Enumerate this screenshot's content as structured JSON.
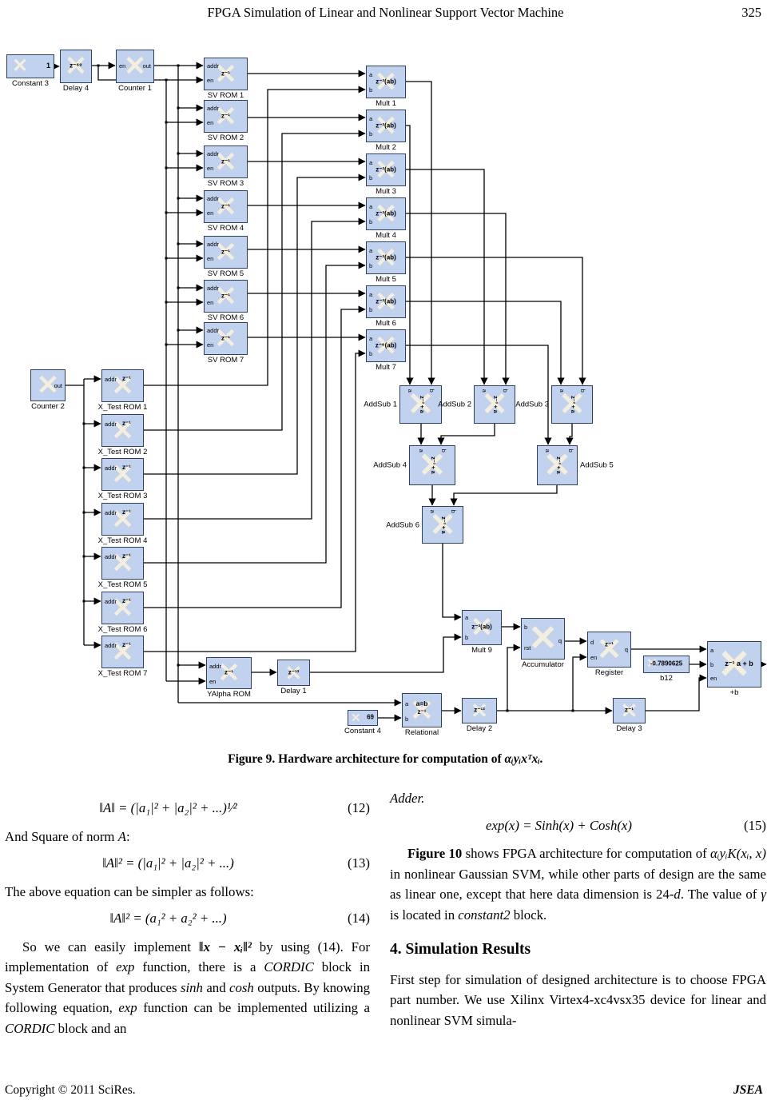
{
  "page": {
    "header_title": "FPGA Simulation of Linear and Nonlinear Support Vector Machine",
    "page_number": "325",
    "footer_left": "Copyright © 2011 SciRes.",
    "footer_right": "JSEA"
  },
  "figure": {
    "caption": [
      {
        "t": "Figure 9. Hardware architecture for computation of ",
        "b": true
      },
      {
        "t": "αᵢyᵢxᵀxᵢ.",
        "b": true,
        "i": true
      }
    ],
    "ports": {
      "addr": "addr",
      "en": "en",
      "out": "out",
      "a": "a",
      "b": "b",
      "d": "d",
      "q": "q",
      "rst": "rst"
    },
    "centers": {
      "c1": "1",
      "z69": "z⁻⁶⁹",
      "z1": "z⁻¹",
      "z13": "z⁻¹³",
      "z3ab": "z⁻³(ab)",
      "z6ab": "z⁻⁶(ab)",
      "addsub": "z⁻³ + a",
      "aeb": "a=b",
      "c69": "69",
      "b12": "-0.7890625",
      "plusb": "z⁻¹ a + b",
      "outmark": ">"
    },
    "labels": {
      "constant3": "Constant 3",
      "delay4": "Delay 4",
      "counter1": "Counter 1",
      "counter2": "Counter 2",
      "sv_rom": [
        "SV ROM 1",
        "SV ROM 2",
        "SV ROM 3",
        "SV ROM 4",
        "SV ROM 5",
        "SV ROM 6",
        "SV ROM 7"
      ],
      "mult": [
        "Mult 1",
        "Mult 2",
        "Mult 3",
        "Mult 4",
        "Mult 5",
        "Mult 6",
        "Mult 7"
      ],
      "xtest": [
        "X_Test ROM 1",
        "X_Test ROM 2",
        "X_Test ROM 3",
        "X_Test ROM 4",
        "X_Test ROM 5",
        "X_Test ROM 6",
        "X_Test ROM 7"
      ],
      "addsub": [
        "AddSub 1",
        "AddSub 2",
        "AddSub 3",
        "AddSub 4",
        "AddSub 5",
        "AddSub 6"
      ],
      "yalpha": "YAlpha ROM",
      "delay1": "Delay 1",
      "mult9": "Mult 9",
      "accumulator": "Accumulator",
      "register": "Register",
      "b12": "b12",
      "plusb": "+b",
      "constant4": "Constant 4",
      "relational": "Relational",
      "delay2": "Delay 2",
      "delay3": "Delay 3"
    }
  },
  "article": {
    "eq12": {
      "body": "‖A‖ = (|a₁|² + |a₂|² + ...)¹⁄²",
      "num": "(12)"
    },
    "p_norm": [
      {
        "t": "And Square of norm "
      },
      {
        "t": "A",
        "i": true
      },
      {
        "t": ":"
      }
    ],
    "eq13": {
      "body": "‖A‖² = (|a₁|² + |a₂|² + ...)",
      "num": "(13)"
    },
    "p_simpler": [
      {
        "t": "The above equation can be simpler as follows:"
      }
    ],
    "eq14": {
      "body": "‖A‖² = (a₁² + a₂² + ...)",
      "num": "(14)"
    },
    "p_left": [
      {
        "t": "So we can easily implement "
      },
      {
        "t": "‖x − xᵢ‖²",
        "i": true,
        "b": true
      },
      {
        "t": " by using (14). For implementation of "
      },
      {
        "t": "exp",
        "i": true
      },
      {
        "t": " function, there is a "
      },
      {
        "t": "CORDIC",
        "i": true
      },
      {
        "t": " block in System Generator that produces "
      },
      {
        "t": "sinh",
        "i": true
      },
      {
        "t": " and "
      },
      {
        "t": "cosh",
        "i": true
      },
      {
        "t": " outputs. By knowing following equation, "
      },
      {
        "t": "exp",
        "i": true
      },
      {
        "t": " function can be implemented utilizing a "
      },
      {
        "t": "CORDIC",
        "i": true
      },
      {
        "t": " block and an"
      }
    ],
    "p_adder": [
      {
        "t": "Adder.",
        "i": true
      }
    ],
    "eq15": {
      "body": "exp(x) = Sinh(x) + Cosh(x)",
      "num": "(15)"
    },
    "p_fig10": [
      {
        "t": "Figure 10",
        "b": true
      },
      {
        "t": " shows FPGA architecture for computation of "
      },
      {
        "t": "αᵢyᵢK(xᵢ, x)",
        "i": true
      },
      {
        "t": " in nonlinear Gaussian SVM, while other parts of design are the same as linear one, except that here data dimension is 24-"
      },
      {
        "t": "d",
        "i": true
      },
      {
        "t": ". The value of "
      },
      {
        "t": "γ",
        "i": true
      },
      {
        "t": " is located in "
      },
      {
        "t": "constant2",
        "i": true
      },
      {
        "t": " block."
      }
    ],
    "sec_head": "4. Simulation Results",
    "p_sim": [
      {
        "t": "First step for simulation of designed architecture is to choose FPGA part number. We use Xilinx Virtex4-xc4vsx35 device for linear and nonlinear SVM simula-"
      }
    ]
  }
}
